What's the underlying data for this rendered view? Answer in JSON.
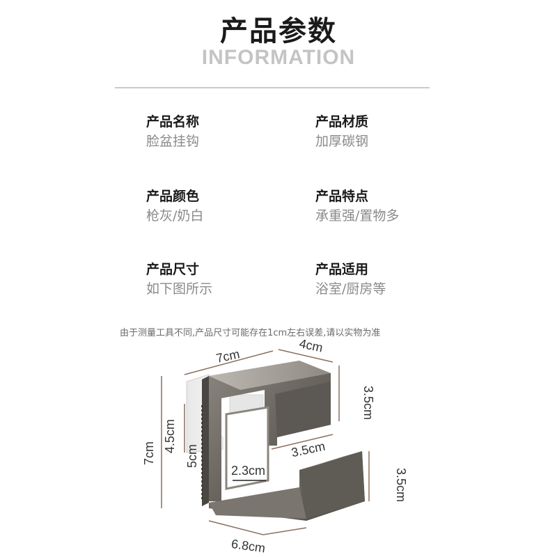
{
  "header": {
    "title": "产品参数",
    "subtitle": "INFORMATION"
  },
  "params": [
    {
      "label": "产品名称",
      "value": "脸盆挂钩"
    },
    {
      "label": "产品材质",
      "value": "加厚碳钢"
    },
    {
      "label": "产品颜色",
      "value": "枪灰/奶白"
    },
    {
      "label": "产品特点",
      "value": "承重强/置物多"
    },
    {
      "label": "产品尺寸",
      "value": "如下图所示"
    },
    {
      "label": "产品适用",
      "value": "浴室/厨房等"
    }
  ],
  "note": "由于测量工具不同,产品尺寸可能存在1cm左右误差,请以实物为准",
  "dimensions": {
    "top_width": "7cm",
    "top_depth": "4cm",
    "top_height": "3.5cm",
    "pad_height": "4.5cm",
    "total_height": "7cm",
    "inner_height": "5cm",
    "inner_width": "2.3cm",
    "bottom_depth": "3.5cm",
    "bottom_height": "3.5cm",
    "bottom_width": "6.8cm"
  },
  "colors": {
    "metal": "#6e6963",
    "metal_light": "#a8a39c",
    "dim_line": "#8a6f5e"
  }
}
